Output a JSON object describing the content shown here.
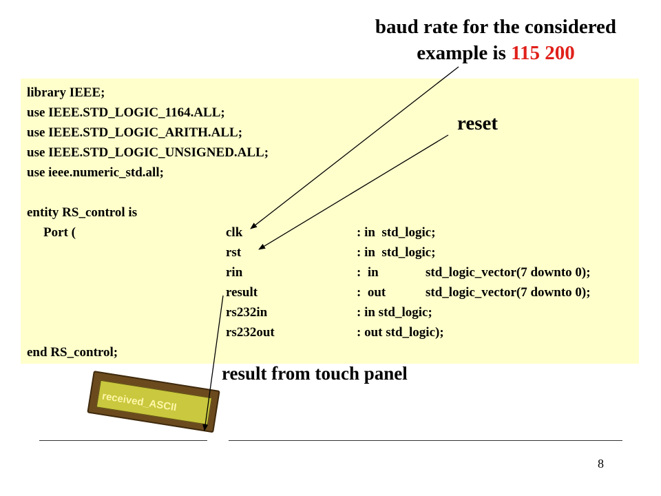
{
  "title": {
    "line1": "baud rate for the considered",
    "line2_prefix": "example is ",
    "line2_value": "115 200"
  },
  "labels": {
    "reset": "reset",
    "touch": "result from touch panel"
  },
  "lcd": {
    "text": "received_ASCII"
  },
  "code": {
    "l1": "library IEEE;",
    "l2": "use IEEE.STD_LOGIC_1164.ALL;",
    "l3": "use IEEE.STD_LOGIC_ARITH.ALL;",
    "l4": "use IEEE.STD_LOGIC_UNSIGNED.ALL;",
    "l5": "use ieee.numeric_std.all;",
    "l6": "entity RS_control is",
    "port_open": "Port (",
    "ports": [
      {
        "name": "clk",
        "mode": ": in  std_logic;",
        "type": ""
      },
      {
        "name": "rst",
        "mode": ": in  std_logic;",
        "type": ""
      },
      {
        "name": "rin",
        "mode": ":  in",
        "type": "std_logic_vector(7 downto 0);"
      },
      {
        "name": "result",
        "mode": ":  out",
        "type": "std_logic_vector(7 downto 0);"
      },
      {
        "name": "rs232in",
        "mode": ": in std_logic;",
        "type": ""
      },
      {
        "name": "rs232out",
        "mode": ": out std_logic);",
        "type": ""
      }
    ],
    "end": "end RS_control;"
  },
  "page_number": "8"
}
